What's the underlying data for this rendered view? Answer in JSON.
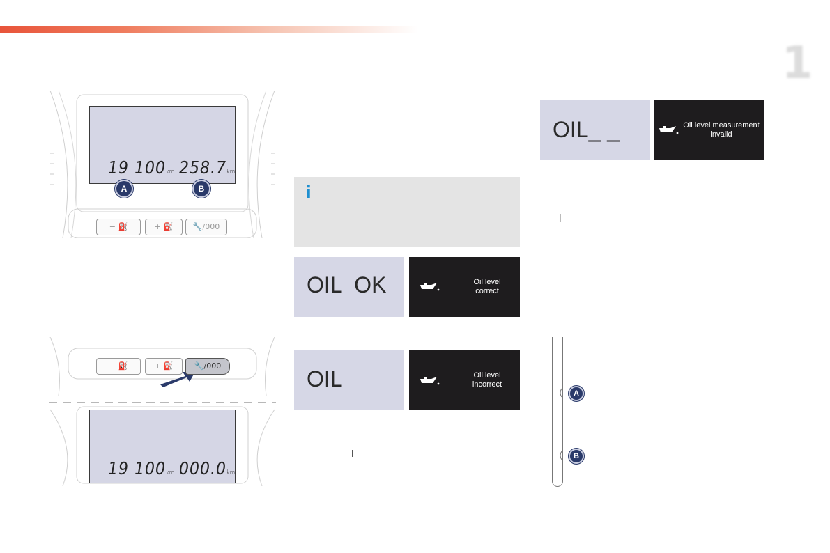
{
  "page": {
    "chapter_number": "1"
  },
  "cluster_top": {
    "odometer": "19 100",
    "odometer_unit": "km",
    "trip": "258.7",
    "trip_unit": "km",
    "label_a": "A",
    "label_b": "B",
    "buttons": [
      "−",
      "+",
      "/000"
    ]
  },
  "cluster_bottom": {
    "odometer": "19 100",
    "odometer_unit": "km",
    "trip": "000.0",
    "trip_unit": "km",
    "buttons": [
      "−",
      "+",
      "/000"
    ]
  },
  "info_box": {
    "icon": "i"
  },
  "displays": {
    "oil_ok": {
      "text": "OIL  OK",
      "message_line1": "Oil level",
      "message_line2": "correct"
    },
    "oil_incorrect": {
      "text": "OIL",
      "message_line1": "Oil level",
      "message_line2": "incorrect"
    },
    "oil_invalid": {
      "text": "OIL_ _",
      "message_line1": "Oil level measurement",
      "message_line2": "invalid"
    }
  },
  "dipstick": {
    "label_a": "A",
    "label_b": "B"
  },
  "icons": {
    "info": "info-icon",
    "oil": "oil-can-icon",
    "wrench": "wrench-icon",
    "fuel": "fuel-icon"
  }
}
